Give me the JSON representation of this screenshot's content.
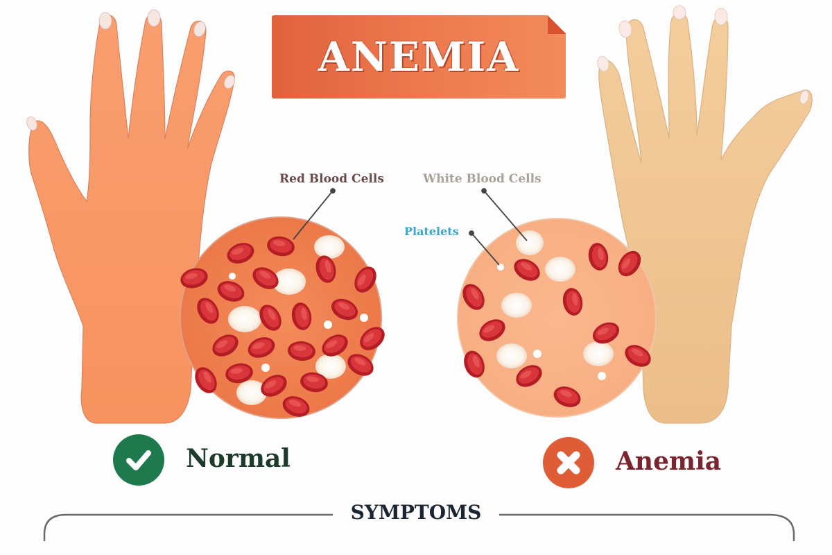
{
  "title": "ANEMIA",
  "labels": {
    "red_blood_cells": "Red Blood Cells",
    "white_blood_cells": "White Blood Cells",
    "platelets": "Platelets"
  },
  "comparison": {
    "normal": {
      "label": "Normal",
      "icon": "check-icon",
      "color": "#1e7a4c",
      "text_color": "#1e3a2c",
      "skin_color": "#f79a6c"
    },
    "anemia": {
      "label": "Anemia",
      "icon": "cross-icon",
      "color": "#de5c36",
      "text_color": "#7a2430",
      "skin_color": "#f1c896"
    }
  },
  "section": {
    "heading": "SYMPTOMS"
  },
  "colors": {
    "banner": "#e8703f",
    "rbc": "#c8222a",
    "label_red": "#6b4a4a",
    "label_white": "#a8a296",
    "label_platelets": "#3aa5c8"
  }
}
